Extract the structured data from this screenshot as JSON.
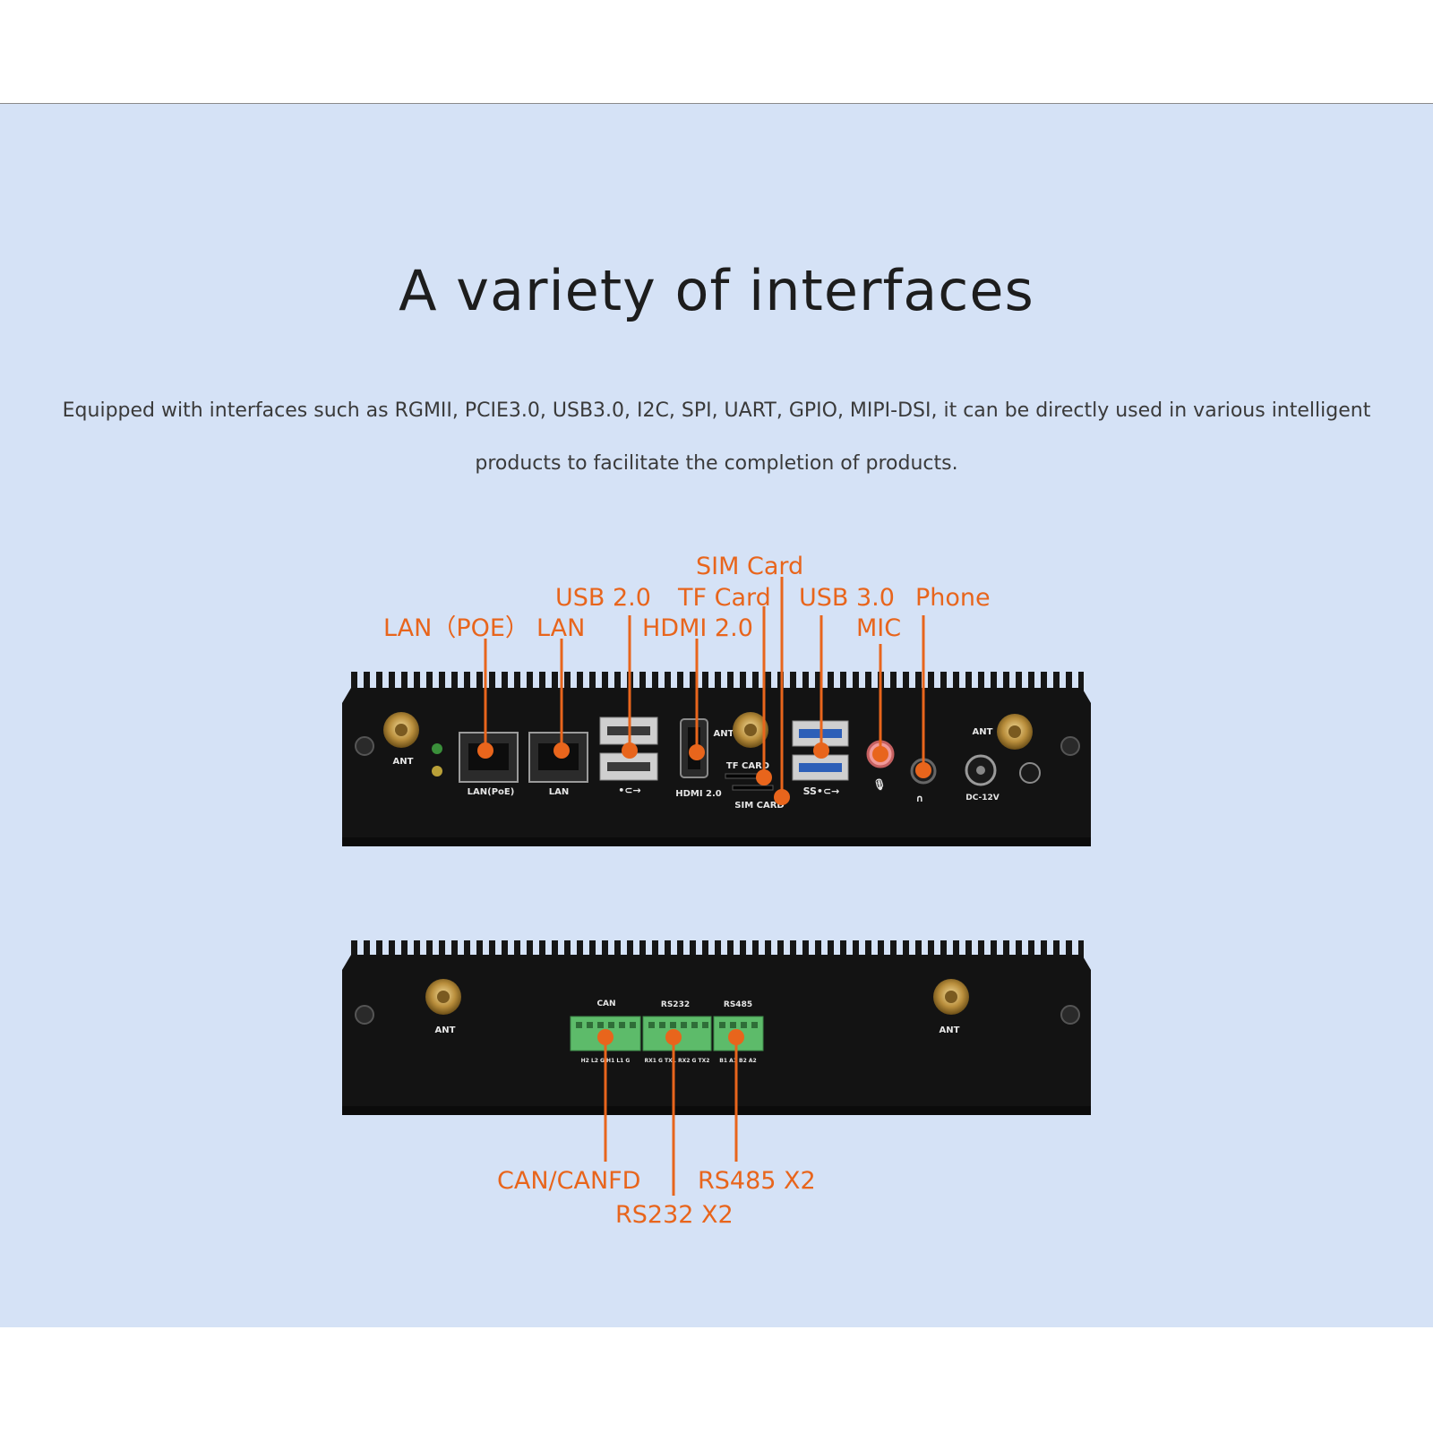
{
  "header": {
    "title": "A variety of interfaces",
    "description_line1": "Equipped with interfaces such as RGMII, PCIE3.0, USB3.0, I2C, SPI, UART, GPIO, MIPI-DSI, it can be directly used in various intelligent",
    "description_line2": "products to facilitate the completion of products."
  },
  "colors": {
    "panel_background": "#d5e2f6",
    "callout": "#e8651c",
    "device_body": "#131313"
  },
  "front_panel": {
    "callouts": {
      "lan_poe": "LAN（POE）",
      "lan": "LAN",
      "usb2": "USB 2.0",
      "hdmi": "HDMI 2.0",
      "tf_card": "TF Card",
      "sim_card": "SIM Card",
      "usb3": "USB 3.0",
      "mic": "MIC",
      "phone": "Phone"
    },
    "printed_labels": {
      "ant_left": "ANT",
      "lan_poe": "LAN(PoE)",
      "lan": "LAN",
      "usb_logo": "•⊂→",
      "hdmi": "HDMI 2.0",
      "ant_mid": "ANT",
      "tf_card": "TF CARD",
      "sim_card": "SIM CARD",
      "usb3_logo": "SS•⊂→",
      "mic_symbol": "🎙",
      "phone_symbol": "∩",
      "ant_right": "ANT",
      "dc": "DC-12V"
    }
  },
  "rear_panel": {
    "callouts": {
      "can": "CAN/CANFD",
      "rs232": "RS232 X2",
      "rs485": "RS485 X2"
    },
    "printed_labels": {
      "ant_left": "ANT",
      "ant_right": "ANT",
      "can": "CAN",
      "rs232": "RS232",
      "rs485": "RS485",
      "can_pins": "H2 L2 G H1 L1 G",
      "rs232_pins": "RX1 G TX1 RX2 G TX2",
      "rs485_pins": "B1 A1 B2 A2"
    }
  }
}
